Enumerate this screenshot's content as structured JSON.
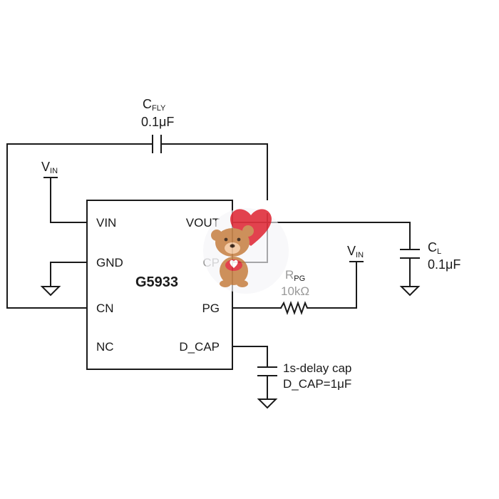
{
  "chip": {
    "name": "G5933",
    "pins_left": [
      "VIN",
      "GND",
      "CN",
      "NC"
    ],
    "pins_right": [
      "VOUT",
      "CP",
      "PG",
      "D_CAP"
    ]
  },
  "cfly": {
    "main": "C",
    "sub": "FLY",
    "value": "0.1μF"
  },
  "cl": {
    "main": "C",
    "sub": "L",
    "value": "0.1μF"
  },
  "rpg": {
    "main": "R",
    "sub": "PG",
    "value": "10kΩ"
  },
  "vin_left": {
    "main": "V",
    "sub": "IN"
  },
  "vin_right": {
    "main": "V",
    "sub": "IN"
  },
  "dcap": {
    "line1": "1s-delay cap",
    "line2": "D_CAP=1μF"
  },
  "colors": {
    "wire": "#1a1a1a",
    "heart": "#e0333f",
    "bear": "#c9874e",
    "bear_light": "#f2c7a0"
  }
}
